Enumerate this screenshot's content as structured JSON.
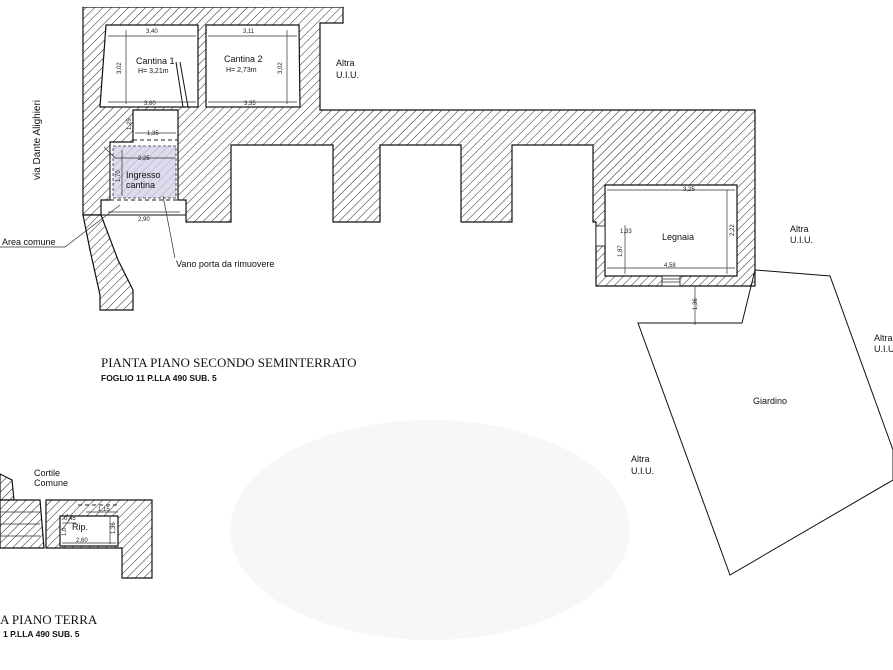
{
  "street": "via Dante Alighieri",
  "rooms": {
    "cantina1": {
      "name": "Cantina 1",
      "height": "H= 3,21m"
    },
    "cantina2": {
      "name": "Cantina 2",
      "height": "H= 2,73m"
    },
    "ingresso": {
      "line1": "Ingresso",
      "line2": "cantina"
    },
    "legnaia": {
      "name": "Legnaia"
    },
    "giardino": {
      "name": "Giardino"
    },
    "rip": {
      "name": "Rip."
    }
  },
  "neighbors": {
    "altra_label": "Altra",
    "uiu_label": "U.I.U."
  },
  "annotations": {
    "area_comune": "Area comune",
    "vano_porta": "Vano porta da rimuovere",
    "cortile_line1": "Cortile",
    "cortile_line2": "Comune"
  },
  "titles": {
    "basement_title": "PIANTA PIANO SECONDO SEMINTERRATO",
    "basement_sub": "FOGLIO 11 P.LLA 490 SUB. 5",
    "ground_title": "A PIANO TERRA",
    "ground_sub": "1 P.LLA 490 SUB. 5"
  },
  "dimensions": {
    "c1_width": "3,40",
    "c1_height": "3,02",
    "c1_bottom": "3,60",
    "c2_width": "3,11",
    "c2_height": "3,02",
    "c2_bottom": "3,35",
    "corridor": "1,35",
    "corr_v": "1,25",
    "ingresso_w": "2,25",
    "ingresso_h": "1,70",
    "ingresso_bottom": "2,90",
    "legnaia_top": "3,25",
    "legnaia_h": "2,22",
    "legnaia_left": "1,87",
    "legnaia_small": "1,33",
    "legnaia_bottom": "4,58",
    "garden_gap": "1,36",
    "rip_top": "1,15",
    "rip_small": "0,45",
    "rip_left": "1,0",
    "rip_bottom": "2,60",
    "rip_right": "1,36"
  }
}
